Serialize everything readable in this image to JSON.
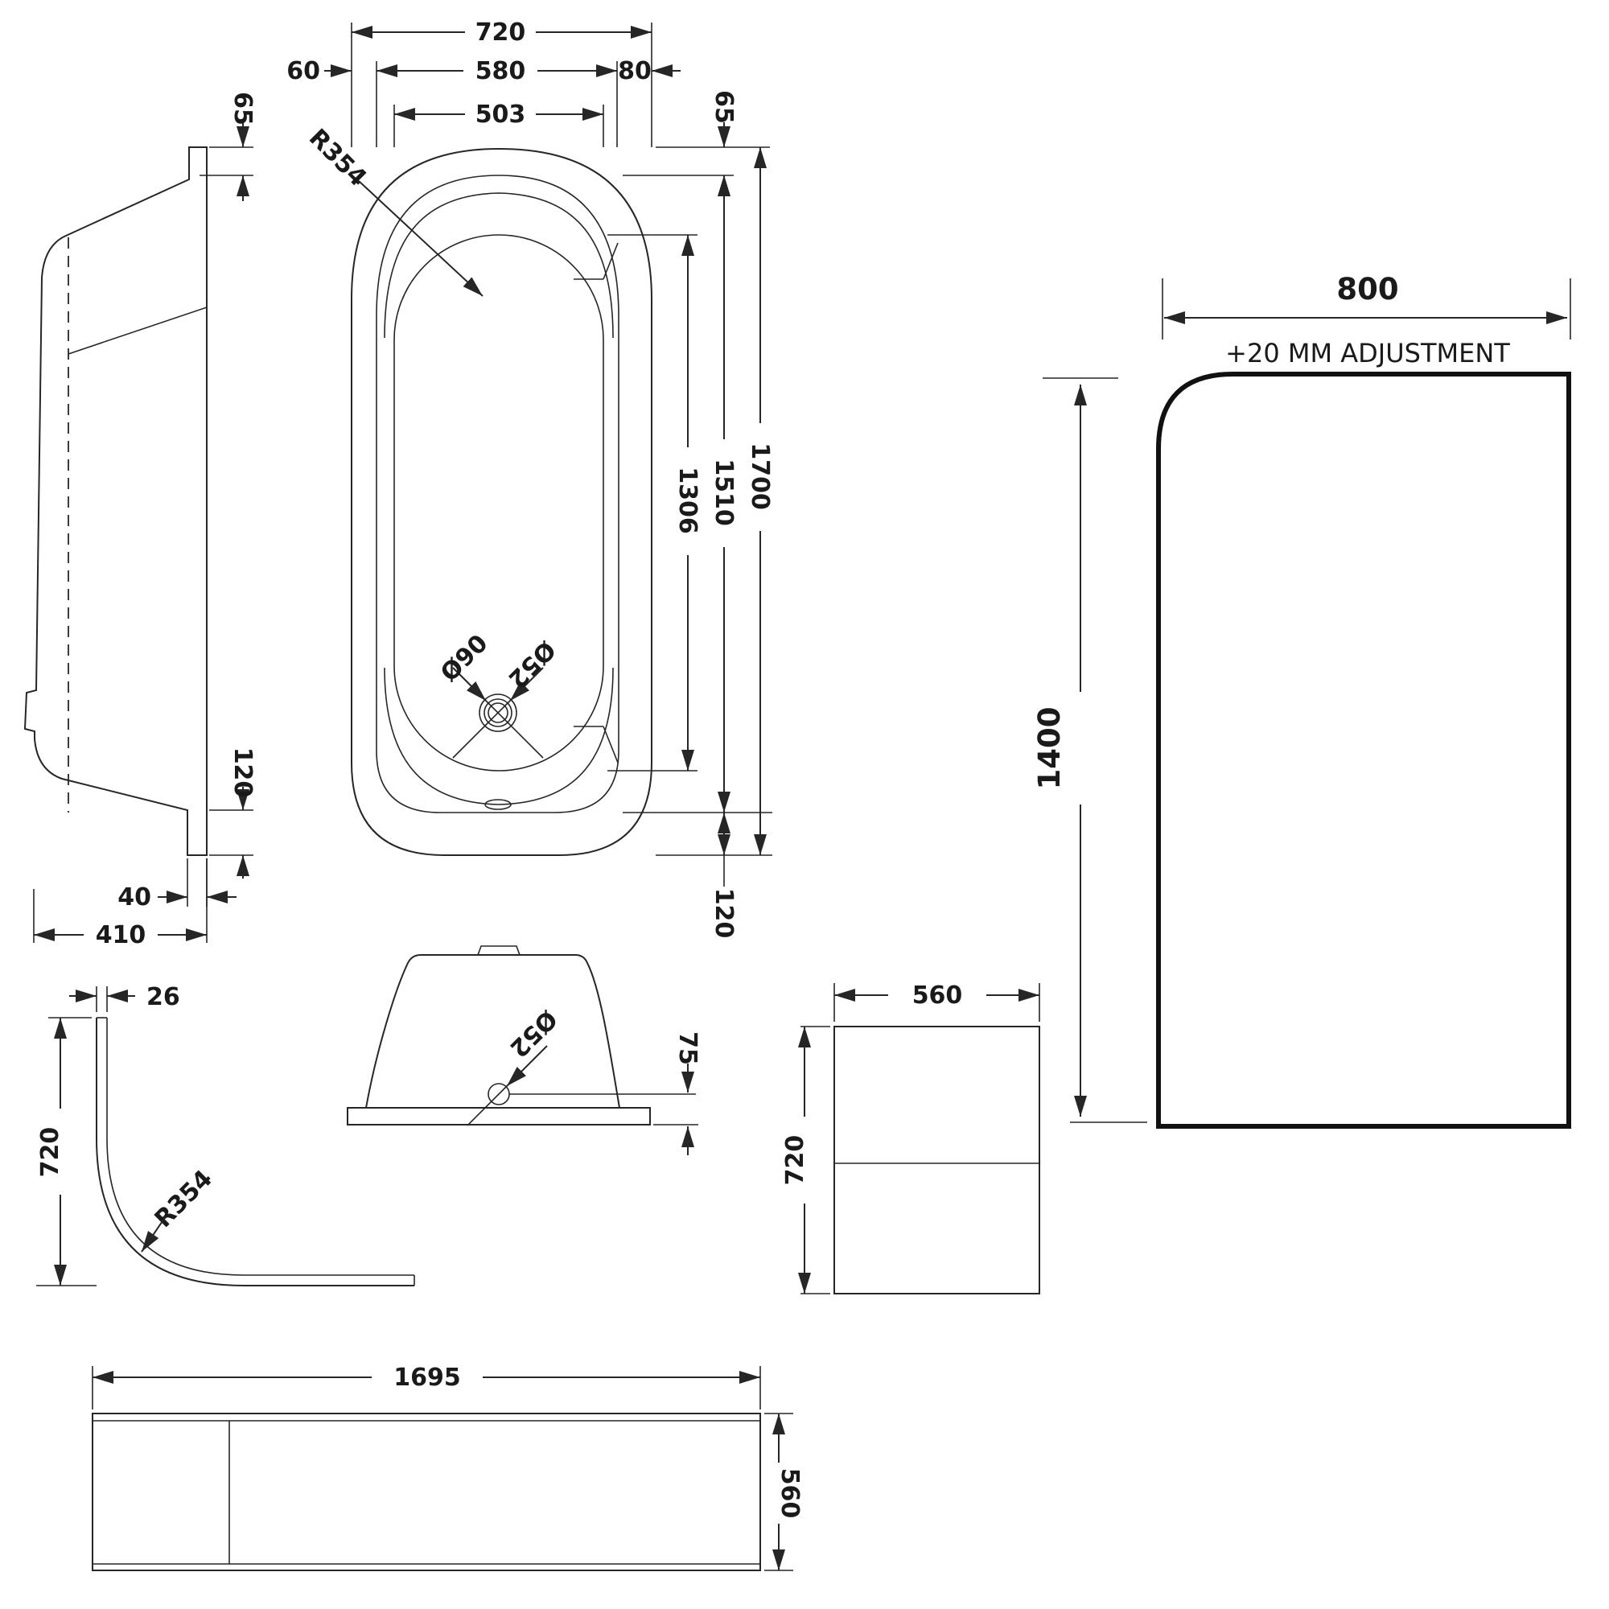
{
  "drawing": {
    "kind": "bath-technical-drawing",
    "colors": {
      "background": "#ffffff",
      "line": "#262626",
      "screen_outline": "#111111"
    },
    "labels": {
      "plan": {
        "width_overall": "720",
        "offset_left": "60",
        "width_inner": "580",
        "offset_right": "80",
        "well_width": "503",
        "corner_radius": "R354",
        "rim_top": "65",
        "well_length": "1306",
        "basin_length": "1510",
        "length_overall": "1700",
        "rim_bottom": "120",
        "drain_dia": "Ø90",
        "waste_dia": "Ø52"
      },
      "side": {
        "rim_lip": "65",
        "skirt_height": "120",
        "leg_width": "40",
        "depth_overall": "410"
      },
      "screen": {
        "width": "800",
        "adjustment_note": "+20 MM ADJUSTMENT",
        "height": "1400"
      },
      "curve_panel": {
        "thickness": "26",
        "height": "720",
        "radius": "R354"
      },
      "end_section": {
        "waste_dia": "Ø52",
        "plinth_height": "75"
      },
      "end_panel": {
        "width": "560",
        "height": "720"
      },
      "front_panel": {
        "length": "1695",
        "height": "560"
      }
    }
  }
}
